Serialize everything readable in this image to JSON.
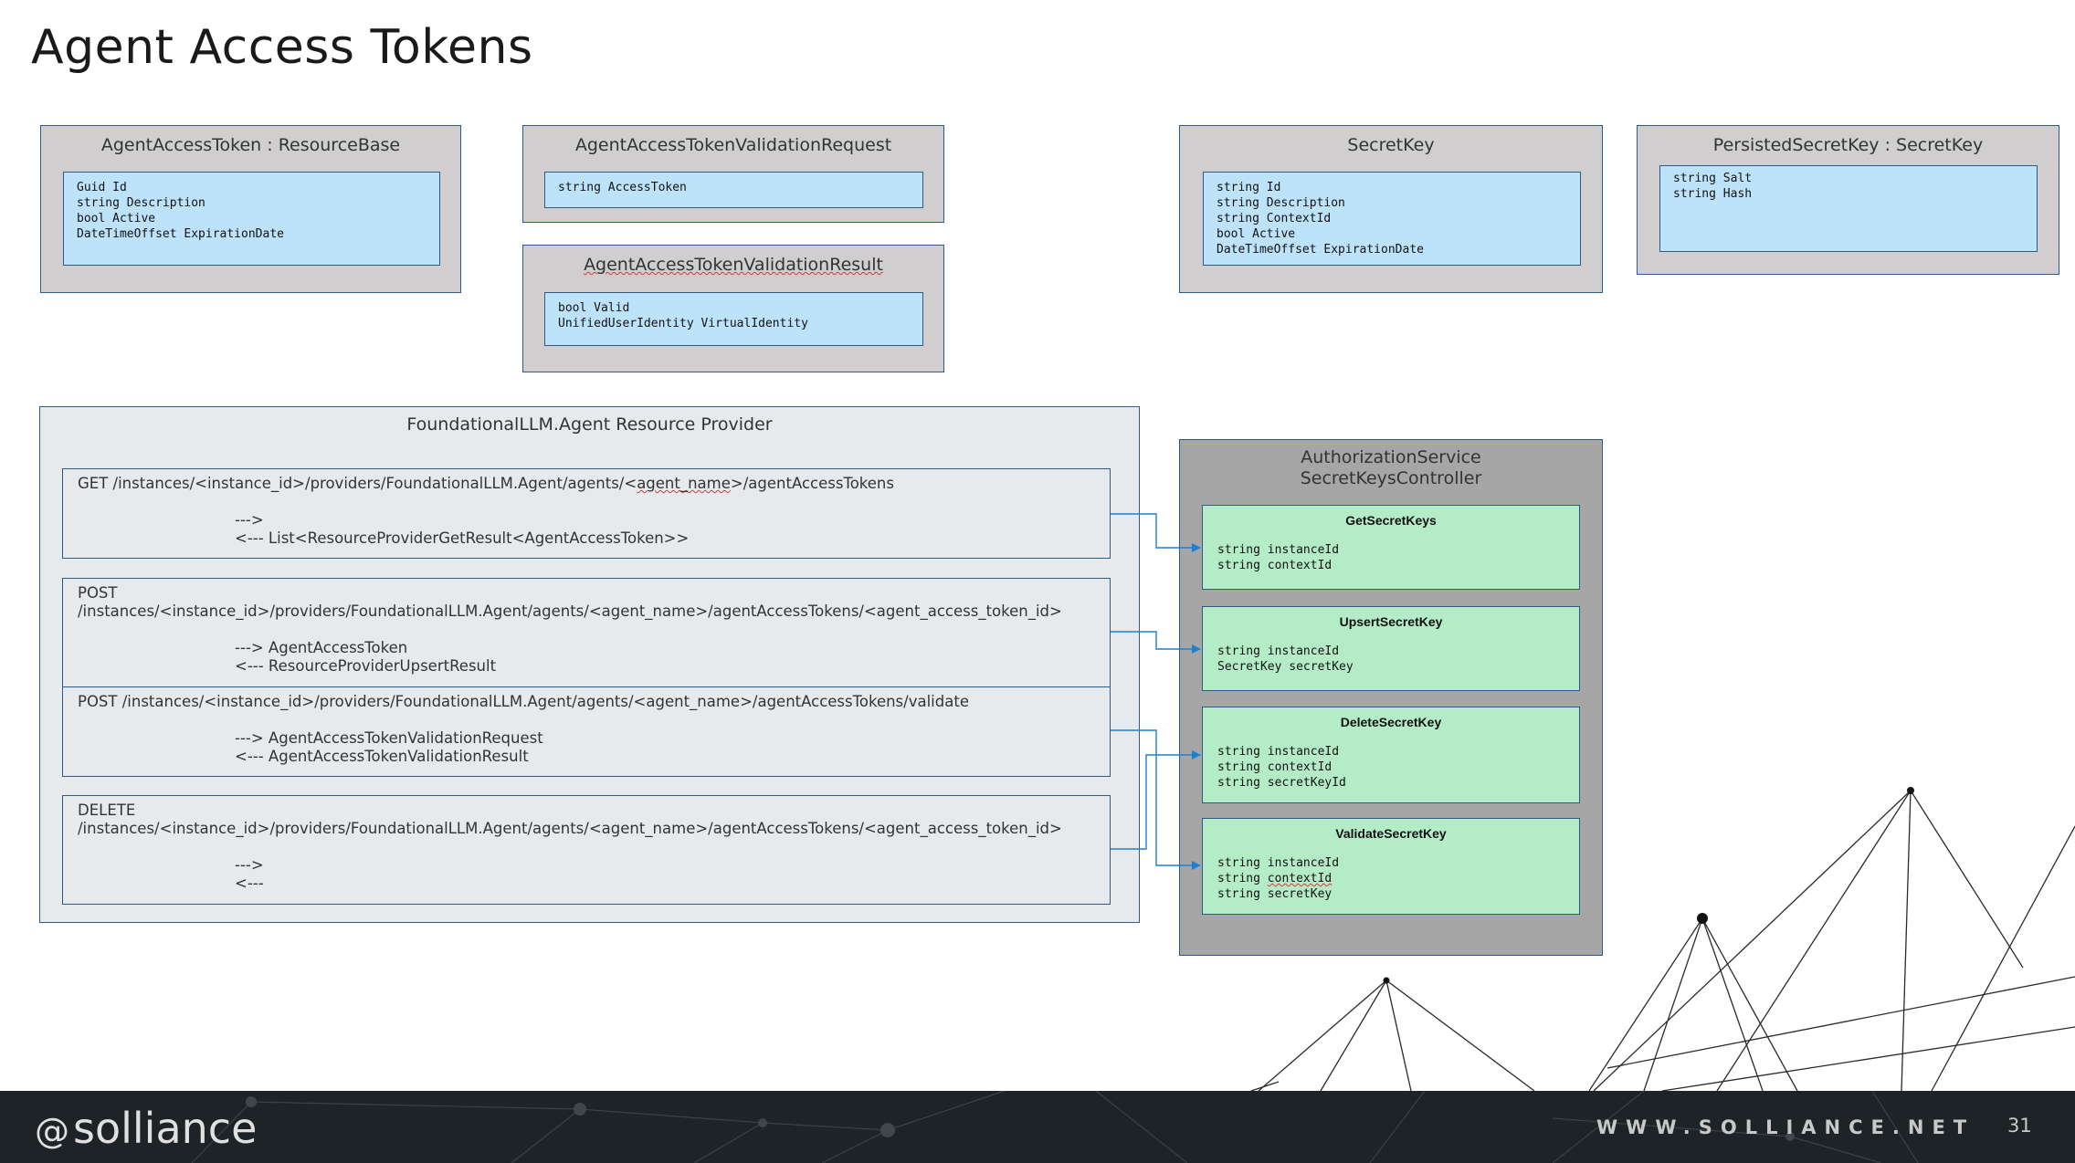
{
  "title": "Agent Access Tokens",
  "classes": {
    "agent_access_token": {
      "name": "AgentAccessToken : ResourceBase",
      "fields": "Guid Id\nstring Description\nbool Active\nDateTimeOffset ExpirationDate"
    },
    "validation_request": {
      "name": "AgentAccessTokenValidationRequest",
      "fields": "string AccessToken"
    },
    "validation_result": {
      "name": "AgentAccessTokenValidationResult",
      "fields": "bool Valid\nUnifiedUserIdentity VirtualIdentity"
    },
    "secret_key": {
      "name": "SecretKey",
      "fields": "string Id\nstring Description\nstring ContextId\nbool Active\nDateTimeOffset ExpirationDate"
    },
    "persisted_secret_key": {
      "name": "PersistedSecretKey : SecretKey",
      "fields": "string Salt\nstring Hash"
    }
  },
  "provider": {
    "title": "FoundationalLLM.Agent Resource Provider",
    "endpoints": [
      {
        "line1": "GET /instances/<instance_id>/providers/FoundationalLLM.Agent/agents/<agent_name>/agentAccessTokens",
        "line2": "",
        "req": "--->",
        "res": "<--- List<ResourceProviderGetResult<AgentAccessToken>>"
      },
      {
        "line1": "POST",
        "line2": "/instances/<instance_id>/providers/FoundationalLLM.Agent/agents/<agent_name>/agentAccessTokens/<agent_access_token_id>",
        "req": "---> AgentAccessToken",
        "res": "<--- ResourceProviderUpsertResult"
      },
      {
        "line1": "POST /instances/<instance_id>/providers/FoundationalLLM.Agent/agents/<agent_name>/agentAccessTokens/validate",
        "line2": "",
        "req": "---> AgentAccessTokenValidationRequest",
        "res": "<--- AgentAccessTokenValidationResult"
      },
      {
        "line1": "DELETE",
        "line2": "/instances/<instance_id>/providers/FoundationalLLM.Agent/agents/<agent_name>/agentAccessTokens/<agent_access_token_id>",
        "req": "--->",
        "res": "<---"
      }
    ]
  },
  "auth": {
    "title_line1": "AuthorizationService",
    "title_line2": "SecretKeysController",
    "methods": [
      {
        "name": "GetSecretKeys",
        "params": "string instanceId\nstring contextId"
      },
      {
        "name": "UpsertSecretKey",
        "params": "string instanceId\nSecretKey secretKey"
      },
      {
        "name": "DeleteSecretKey",
        "params": "string instanceId\nstring contextId\nstring secretKeyId"
      },
      {
        "name": "ValidateSecretKey",
        "params": "string instanceId\nstring contextId\nstring secretKey"
      }
    ]
  },
  "footer": {
    "logo": "solliance",
    "site": "WWW.SOLLIANCE.NET",
    "page": "31"
  },
  "colors": {
    "class_bg": "#d0cece",
    "field_bg": "#bde3fb",
    "method_bg": "#b4ecc7",
    "controller_bg": "#a6a6a6",
    "provider_bg": "#e7eaec",
    "border": "#2e5a87",
    "arrow": "#1f7fd1",
    "footer_bg": "#1d2327"
  }
}
